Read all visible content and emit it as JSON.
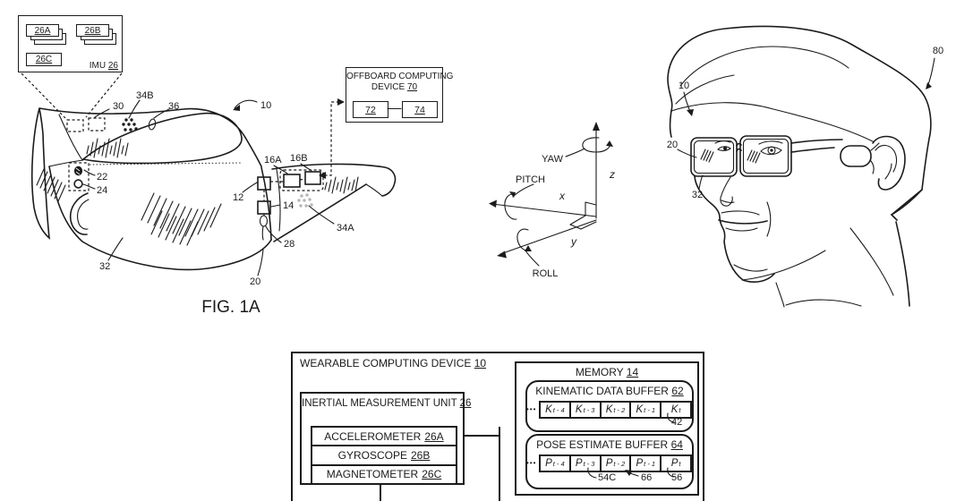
{
  "colors": {
    "ink": "#1b1b1b",
    "gray_dots": "#b6b6b6",
    "bg": "#ffffff"
  },
  "fig1a": {
    "caption": "FIG. 1A",
    "imu_detail": {
      "card_a": "26A",
      "card_b": "26B",
      "card_c": "26C",
      "label": "IMU",
      "label_num": "26"
    },
    "offboard": {
      "line1": "OFFBOARD COMPUTING",
      "line2": "DEVICE",
      "line2_num": "70",
      "sub1": "72",
      "sub2": "74"
    },
    "callouts": {
      "n10": "10",
      "n12": "12",
      "n14": "14",
      "n16a": "16A",
      "n16b": "16B",
      "n20": "20",
      "n22": "22",
      "n24": "24",
      "n28": "28",
      "n30": "30",
      "n32": "32",
      "n34a": "34A",
      "n34b": "34B",
      "n36": "36"
    }
  },
  "axes": {
    "yaw": "YAW",
    "pitch": "PITCH",
    "roll": "ROLL",
    "x": "x",
    "y": "y",
    "z": "z"
  },
  "head": {
    "callouts": {
      "n80": "80",
      "n10": "10",
      "n20": "20",
      "n32": "32"
    }
  },
  "block": {
    "device": "WEARABLE COMPUTING DEVICE",
    "device_num": "10",
    "imu": "INERTIAL MEASUREMENT UNIT",
    "imu_num": "26",
    "components": [
      {
        "name": "ACCELEROMETER",
        "num": "26A"
      },
      {
        "name": "GYROSCOPE",
        "num": "26B"
      },
      {
        "name": "MAGNETOMETER",
        "num": "26C"
      }
    ],
    "memory": "MEMORY",
    "memory_num": "14",
    "kinematic": {
      "title": "KINEMATIC DATA BUFFER",
      "num": "62",
      "ellipsis": "•••",
      "cells": [
        {
          "b": "K",
          "s": "t - 4"
        },
        {
          "b": "K",
          "s": "t - 3"
        },
        {
          "b": "K",
          "s": "t - 2"
        },
        {
          "b": "K",
          "s": "t - 1"
        },
        {
          "b": "K",
          "s": "t"
        }
      ],
      "callout": "42"
    },
    "pose": {
      "title": "POSE ESTIMATE BUFFER",
      "num": "64",
      "ellipsis": "•••",
      "cells": [
        {
          "b": "P",
          "s": "t - 4"
        },
        {
          "b": "P",
          "s": "t - 3"
        },
        {
          "b": "P",
          "s": "t - 2"
        },
        {
          "b": "P",
          "s": "t - 1"
        },
        {
          "b": "P",
          "s": "t"
        }
      ],
      "callouts": {
        "n54c": "54C",
        "n66": "66",
        "n56": "56"
      }
    }
  }
}
